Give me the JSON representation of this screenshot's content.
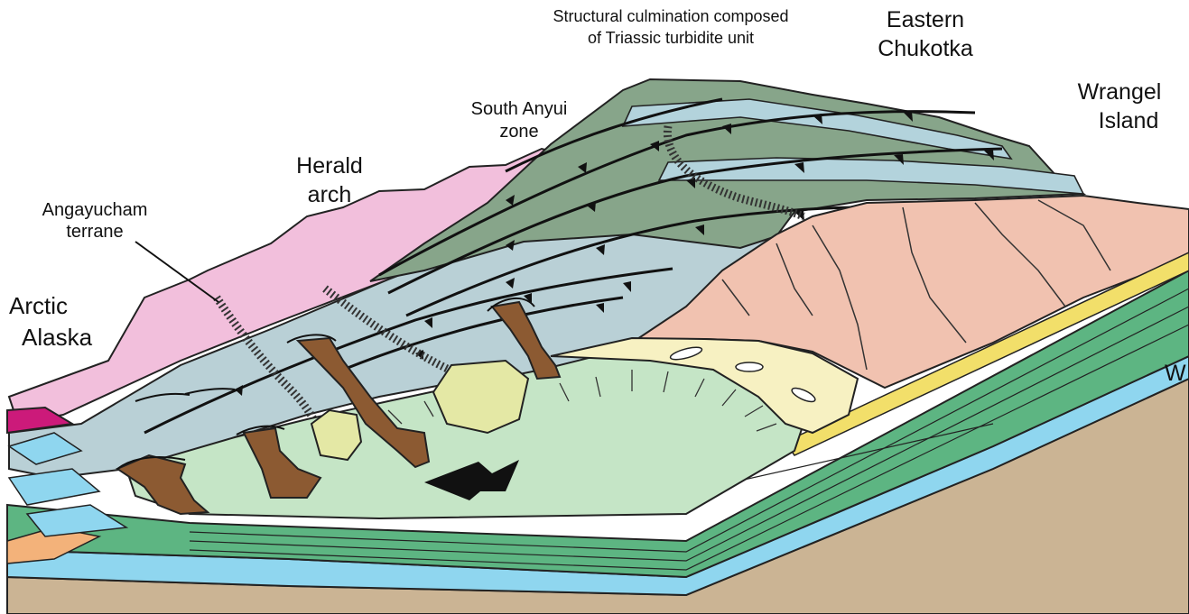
{
  "diagram": {
    "labels": {
      "structural_culmination_1": "Structural culmination composed",
      "structural_culmination_2": "of Triassic turbidite unit",
      "eastern_chukotka_1": "Eastern",
      "eastern_chukotka_2": "Chukotka",
      "wrangel_island_1": "Wrangel",
      "wrangel_island_2": "Island",
      "south_anyui_1": "South Anyui",
      "south_anyui_2": "zone",
      "herald_arch_1": "Herald",
      "herald_arch_2": "arch",
      "angayucham_1": "Angayucham",
      "angayucham_2": "terrane",
      "arctic_alaska_1": "Arctic",
      "arctic_alaska_2": "Alaska",
      "edge_letter": "W"
    },
    "colors": {
      "pink_upland": "#f2bfdc",
      "magenta_outcrop": "#cc1a7a",
      "slope_blue_gray": "#b9d0d6",
      "thrust_green": "#87a58a",
      "thrust_band_blue": "#b3d3dc",
      "salmon_highland": "#f1c2b0",
      "basin_green": "#c5e5c6",
      "fan_yellow": "#f7f1c2",
      "slump_block": "#e4e8a5",
      "debris_channel": "#8c5a32",
      "section_green": "#5db582",
      "section_yellow": "#f2df6a",
      "section_blue": "#8fd6ef",
      "section_tan": "#cbb494",
      "orange_lens": "#f3b27a"
    },
    "icons": [
      "transport-direction-arrow-icon",
      "thrust-fault-tooth-icon"
    ]
  }
}
